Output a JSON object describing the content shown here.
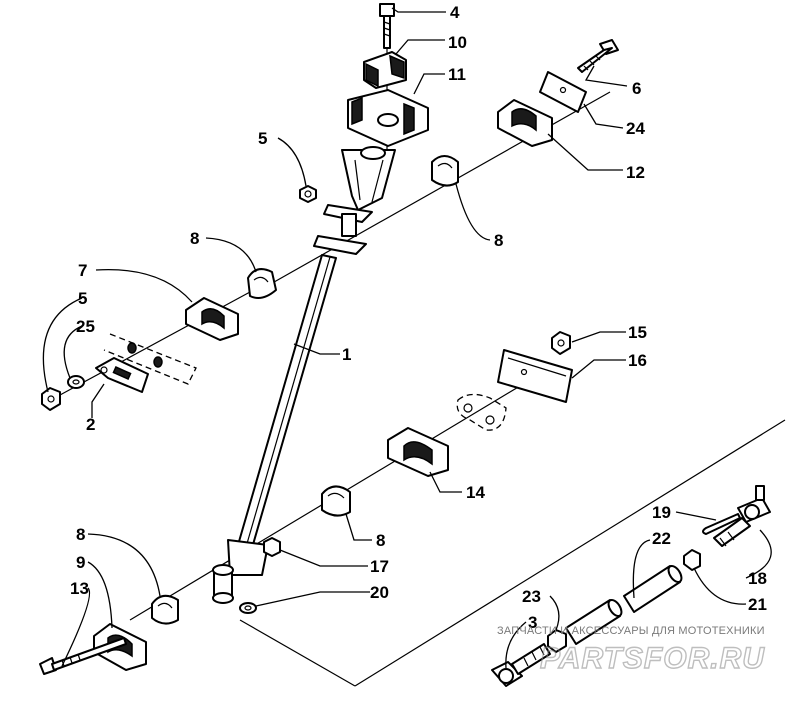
{
  "diagram": {
    "callouts": [
      "4",
      "10",
      "11",
      "5",
      "6",
      "24",
      "12",
      "8",
      "8",
      "7",
      "5",
      "25",
      "2",
      "1",
      "15",
      "16",
      "14",
      "8",
      "17",
      "20",
      "8",
      "9",
      "13",
      "19",
      "22",
      "18",
      "21",
      "23",
      "3"
    ]
  },
  "watermark": {
    "tagline": "ЗАПЧАСТИ И АКСЕССУАРЫ ДЛЯ МОТОТЕХНИКИ",
    "logo_text": "PARTSFOR.RU"
  },
  "colors": {
    "ink": "#000000",
    "paper": "#ffffff",
    "watermark": "#8a8a8a"
  }
}
